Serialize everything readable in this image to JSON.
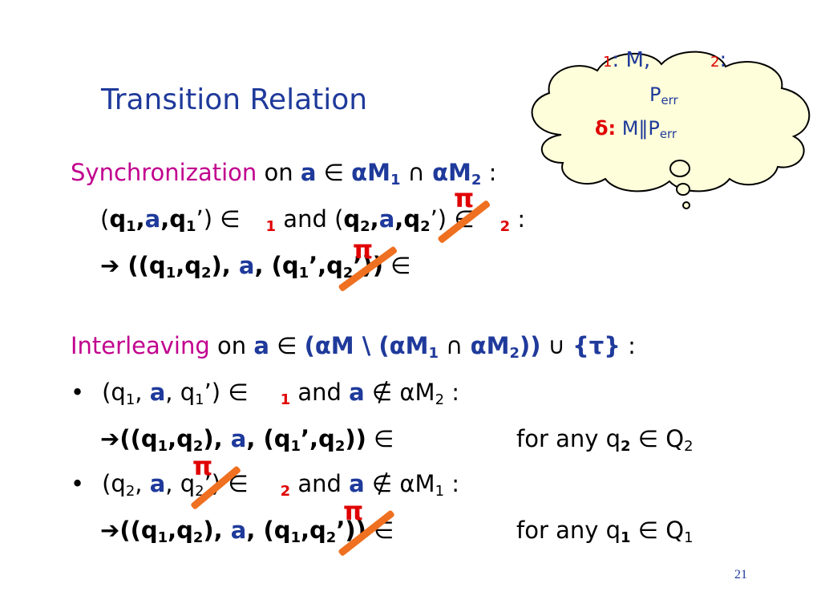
{
  "title": "Transition Relation",
  "cloud": {
    "sub_1": "1",
    "m_label": ": M,",
    "sub_2": "2",
    "colon_2": ":",
    "p": "P",
    "err": "err",
    "delta": "δ:",
    "composition": " M‖P",
    "err2": "err"
  },
  "sync": {
    "word": "Synchronization",
    "on": " on ",
    "a": "a",
    "in": " ∈ ",
    "aM1": "αM",
    "one": "1",
    "cap": " ∩ ",
    "aM2": "αM",
    "two": "2",
    "colon": " :",
    "l2_open": "(",
    "q1": "q",
    "q1sub": "1",
    "comma": ",",
    "a2": "a",
    "q1p": "q",
    "q1psub": "1",
    "q1p_close": "’) ∈",
    "sub_1": "1",
    "and": " and (",
    "q2": "q",
    "q2sub": "2",
    "comma2": ",",
    "a3": "a",
    "q2p": "q",
    "q2psub": "2",
    "q2p_close": "’) ∈",
    "sub_2": "2",
    "colon2": " :",
    "l3_arrow": "➔",
    "l3_text1": " ((q",
    "l3_s1": "1",
    "l3_text2": ",q",
    "l3_s2": "2",
    "l3_text3": "), ",
    "l3_a": "a",
    "l3_text4": ", (q",
    "l3_s3": "1",
    "l3_text5": "’,q",
    "l3_s4": "2",
    "l3_text6": "’))",
    "l3_in": " ∈"
  },
  "inter": {
    "word": "Interleaving",
    "on": " on ",
    "a": "a",
    "in": " ∈ ",
    "rest1": "(αM \\ (αM",
    "one": "1",
    "cap": " ∩ ",
    "aM2": "αM",
    "two": "2",
    "close": "))",
    "cup": " ∪ ",
    "tau": "{τ}",
    "colon": " :",
    "bullet": "•",
    "b1_open": "(q",
    "b1_s1": "1",
    "b1_c": ", ",
    "b1_a": "a",
    "b1_c2": ", q",
    "b1_s2": "1",
    "b1_close": "’) ∈",
    "b1_sub": "1",
    "b1_and": " and ",
    "b1_a2": "a",
    "b1_notin": " ∉ αM",
    "b1_s3": "2",
    "b1_colon": " :",
    "r1_arrow": "➔",
    "r1_t1": "((q",
    "r1_s1": "1",
    "r1_t2": ",q",
    "r1_s2": "2",
    "r1_t3": "), ",
    "r1_a": "a",
    "r1_t4": ", (q",
    "r1_s3": "1",
    "r1_t5": "’,q",
    "r1_s4": "2",
    "r1_t6": "))",
    "r1_in": " ∈",
    "r1_for": "for any q",
    "r1_s5": "2",
    "r1_inQ": " ∈ Q",
    "r1_s6": "2",
    "b2_open": "(q",
    "b2_s1": "2",
    "b2_c": ", ",
    "b2_a": "a",
    "b2_c2": ", q",
    "b2_s2": "2",
    "b2_close": "’) ∈",
    "b2_sub": "2",
    "b2_and": " and ",
    "b2_a2": "a",
    "b2_notin": " ∉ αM",
    "b2_s3": "1",
    "b2_colon": " :",
    "r2_arrow": "➔",
    "r2_t1": "((q",
    "r2_s1": "1",
    "r2_t2": ",q",
    "r2_s2": "2",
    "r2_t3": "), ",
    "r2_a": "a",
    "r2_t4": ", (q",
    "r2_s3": "1",
    "r2_t5": ",q",
    "r2_s4": "2",
    "r2_t6": "’))",
    "r2_in": " ∈",
    "r2_for": "for any q",
    "r2_s5": "1",
    "r2_inQ": " ∈ Q",
    "r2_s6": "1"
  },
  "pi_marks": [
    "π",
    "π",
    "π",
    "π"
  ],
  "page_number": "21",
  "colors": {
    "title": "#1F3A9B",
    "keyword": "#C1008E",
    "accent_red": "#E00000",
    "strike": "#EE7020"
  }
}
